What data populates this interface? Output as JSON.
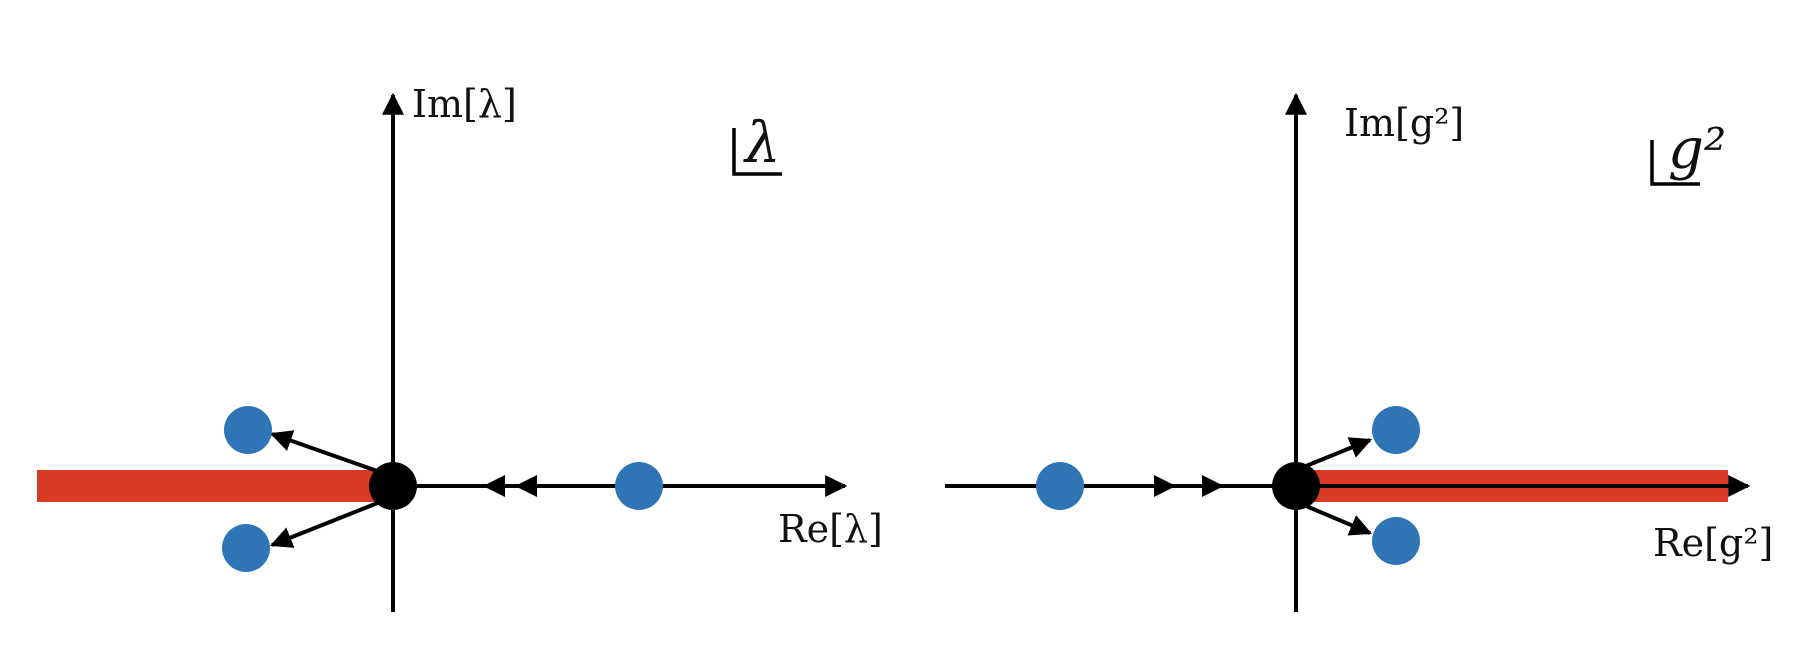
{
  "left_panel": {
    "plane_symbol": "λ",
    "im_label": "Im[λ]",
    "re_label": "Re[λ]"
  },
  "right_panel": {
    "plane_symbol": "g²",
    "im_label": "Im[g²]",
    "re_label": "Re[g²]"
  },
  "colors": {
    "branch_cut": "#d93a26",
    "point": "#2f75b5",
    "axis": "#000000",
    "origin": "#000000"
  }
}
